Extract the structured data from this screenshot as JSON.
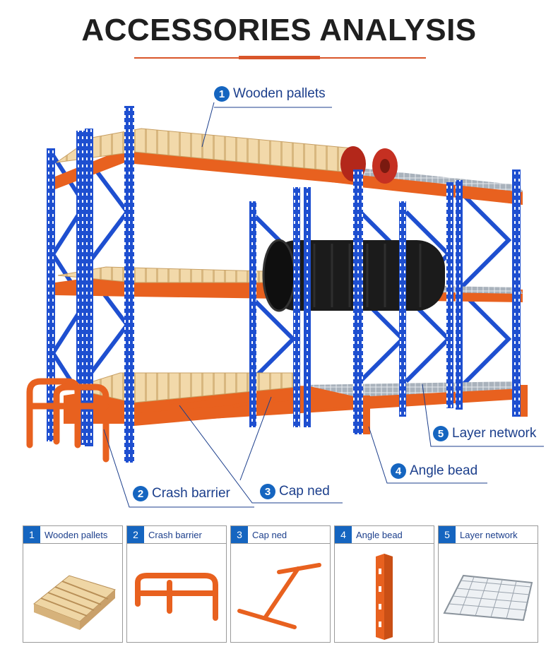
{
  "title": "ACCESSORIES ANALYSIS",
  "colors": {
    "upright_blue": "#1e4fd0",
    "beam_orange": "#e8611f",
    "badge_blue": "#1565c0",
    "accent": "#d9562a"
  },
  "callouts": [
    {
      "num": "1",
      "label": "Wooden pallets"
    },
    {
      "num": "2",
      "label": "Crash barrier"
    },
    {
      "num": "3",
      "label": "Cap ned"
    },
    {
      "num": "4",
      "label": "Angle bead"
    },
    {
      "num": "5",
      "label": "Layer network"
    }
  ],
  "cards": [
    {
      "num": "1",
      "label": "Wooden pallets",
      "icon": "wooden-pallet-icon"
    },
    {
      "num": "2",
      "label": "Crash barrier",
      "icon": "crash-barrier-icon"
    },
    {
      "num": "3",
      "label": "Cap ned",
      "icon": "cap-ned-icon"
    },
    {
      "num": "4",
      "label": "Angle bead",
      "icon": "angle-bead-icon"
    },
    {
      "num": "5",
      "label": "Layer network",
      "icon": "wire-mesh-icon"
    }
  ]
}
